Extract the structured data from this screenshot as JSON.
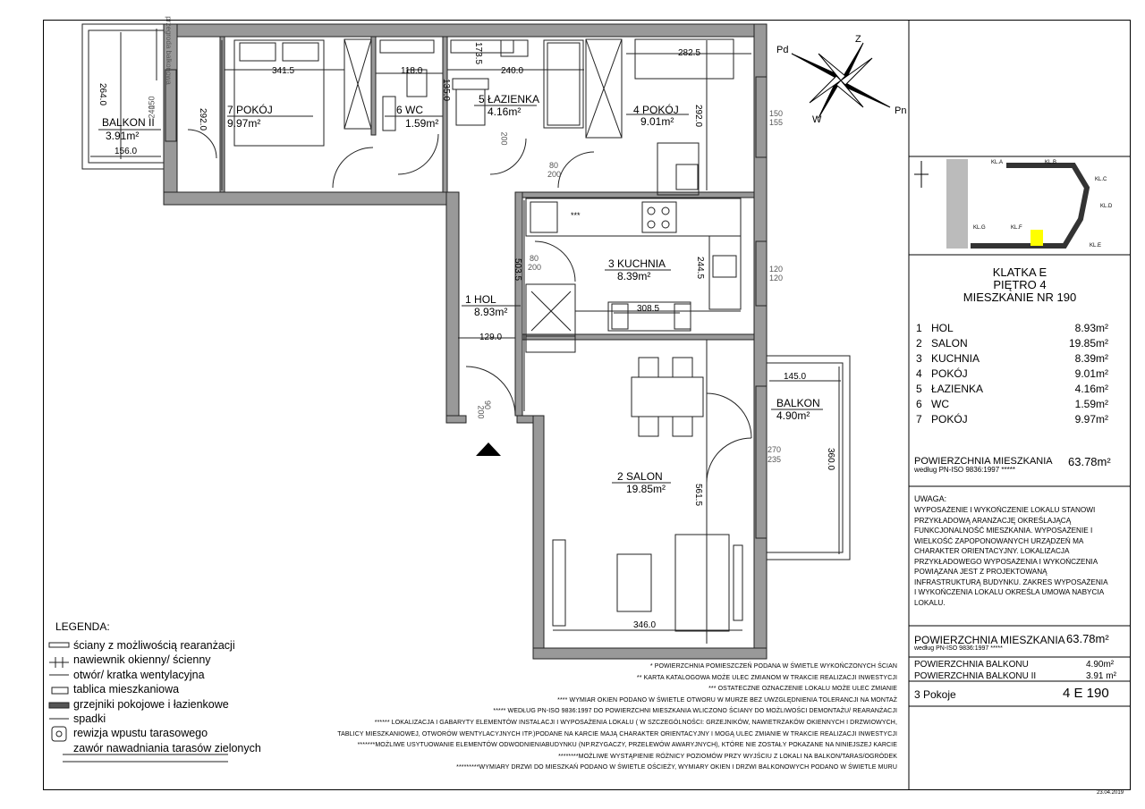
{
  "header": {
    "klatka": "KLATKA E",
    "pietro": "PIĘTRO 4",
    "mieszkanie": "MIESZKANIE NR 190"
  },
  "rooms": [
    {
      "no": "1",
      "name": "HOL",
      "area": "8.93m²"
    },
    {
      "no": "2",
      "name": "SALON",
      "area": "19.85m²"
    },
    {
      "no": "3",
      "name": "KUCHNIA",
      "area": "8.39m²"
    },
    {
      "no": "4",
      "name": "POKÓJ",
      "area": "9.01m²"
    },
    {
      "no": "5",
      "name": "ŁAZIENKA",
      "area": "4.16m²"
    },
    {
      "no": "6",
      "name": "WC",
      "area": "1.59m²"
    },
    {
      "no": "7",
      "name": "POKÓJ",
      "area": "9.97m²"
    }
  ],
  "balconies": [
    {
      "name": "BALKON II",
      "area": "3.91m²"
    },
    {
      "name": "BALKON",
      "area": "4.90m²"
    }
  ],
  "total": {
    "label": "POWIERZCHNIA MIESZKANIA",
    "sub": "według PN-ISO 9836:1997 *****",
    "area": "63.78m²"
  },
  "uwaga": {
    "title": "UWAGA:",
    "lines": [
      "WYPOSAŻENIE I WYKOŃCZENIE LOKALU STANOWI",
      "PRZYKŁADOWĄ ARANŻACJĘ OKREŚLAJĄCĄ",
      "FUNKCJONALNOŚĆ MIESZKANIA. WYPOSAŻENIE I",
      "WIELKOŚĆ ZAPOPONOWANYCH URZĄDZEŃ MA",
      "CHARAKTER ORIENTACYJNY. LOKALIZACJA",
      "PRZYKŁADOWEGO WYPOSAŻENIA I WYKOŃCZENIA",
      "POWIĄZANA JEST Z PROJEKTOWANĄ",
      "INFRASTRUKTURĄ BUDYNKU. ZAKRES WYPOSAŻENIA",
      "I WYKOŃCZENIA LOKALU OKREŚLA UMOWA NABYCIA",
      "LOKALU."
    ]
  },
  "summary": {
    "pow_label": "POWIERZCHNIA MIESZKANIA",
    "pow_sub": "według PN-ISO 9836:1997",
    "pow_sub_stars": "*****",
    "pow_area": "63.78m²",
    "balkon_label": "POWIERZCHNIA BALKONU",
    "balkon_area": "4.90m²",
    "balkon2_label": "POWIERZCHNIA BALKONU II",
    "balkon2_area": "3.91 m²",
    "pokoje": "3 Pokoje",
    "code": "4 E 190",
    "date": "23.04.2019"
  },
  "legend": {
    "title": "LEGENDA:",
    "items": [
      "ściany z możliwością rearanżacji",
      "nawiewnik okienny/ ścienny",
      "otwór/ kratka wentylacyjna",
      "tablica mieszkaniowa",
      "grzejniki pokojowe i łazienkowe",
      "spadki",
      "rewizja wpustu tarasowego",
      "zawór nawadniania tarasów zielonych"
    ]
  },
  "footnotes": [
    "* POWIERZCHNIA POMIESZCZEŃ PODANA W ŚWIETLE WYKOŃCZONYCH ŚCIAN",
    "** KARTA KATALOGOWA MOŻE ULEC ZMIANOM W TRAKCIE REALIZACJI INWESTYCJI",
    "*** OSTATECZNE OZNACZENIE LOKALU MOŻE ULEC ZMIANIE",
    "**** WYMIAR OKIEN PODANO W ŚWIETLE OTWORU W MURZE BEZ UWZGLĘDNIENIA TOLERANCJI NA MONTAŻ",
    "***** WEDŁUG PN-ISO 9836:1997 DO POWIERZCHNI MIESZKANIA WLICZONO ŚCIANY DO MOŻLIWOŚCI DEMONTAŻU/ REARANŻACJI",
    "****** LOKALIZACJA I GABARYTY ELEMENTÓW INSTALACJI I WYPOSAŻENIA LOKALU ( W SZCZEGÓLNOŚCI: GRZEJNIKÓW, NAWIETRZAKÓW OKIENNYCH I DRZWIOWYCH,",
    "TABLICY MIESZKANIOWEJ, OTWORÓW WENTYLACYJNYCH ITP.)PODANE NA KARCIE MAJĄ CHARAKTER ORIENTACYJNY I MOGĄ ULEC ZMIANIE W TRAKCIE REALIZACJI INWESTYCJI",
    "*******MOŻLIWE USYTUOWANIE ELEMENTÓW ODWODNIENIABUDYNKU (NP.RZYGACZY, PRZELEWÓW AWARYJNYCH), KTÓRE NIE ZOSTAŁY POKAZANE NA NINIEJSZEJ KARCIE",
    "********MOŻLIWE WYSTĄPIENIE RÓŻNICY POZIOMÓW PRZY WYJŚCIU Z LOKALI NA BALKON/TARAS/OGRÓDEK",
    "*********WYMIARY DRZWI DO MIESZKAŃ PODANO W ŚWIETLE OŚCIEŻY, WYMIARY OKIEN I DRZWI BALKONOWYCH PODANO W ŚWIETLE MURU"
  ],
  "compass": {
    "n": "Z",
    "ne": "Pn",
    "s": "W",
    "w": "Pd"
  },
  "keymap": {
    "labels": [
      "KL.A",
      "KL.B",
      "KL.C",
      "KL.D",
      "KL.E",
      "KL.F",
      "KL.G"
    ]
  },
  "dimensions": {
    "d1": "341.5",
    "d2": "118.0",
    "d3": "135.0",
    "d4": "173.5",
    "d5": "240.0",
    "d6": "282.5",
    "d7": "264.0",
    "d8": "292.0",
    "d9": "292.0",
    "d10": "156.0",
    "d11": "503.5",
    "d12": "244.5",
    "d13": "308.5",
    "d14": "129.0",
    "d15": "145.0",
    "d16": "360.0",
    "d17": "561.5",
    "d18": "346.0",
    "w1": "150",
    "w2": "240",
    "w3": "150",
    "w4": "155",
    "w5": "120",
    "w6": "120",
    "w7": "270",
    "w8": "235",
    "dr1": "80",
    "dr2": "200",
    "dr3": "80",
    "dr4": "200",
    "dr5": "90",
    "dr6": "200",
    "dr7": "200",
    "przegroda": "przegroda balkonowa",
    "stars": "***"
  }
}
